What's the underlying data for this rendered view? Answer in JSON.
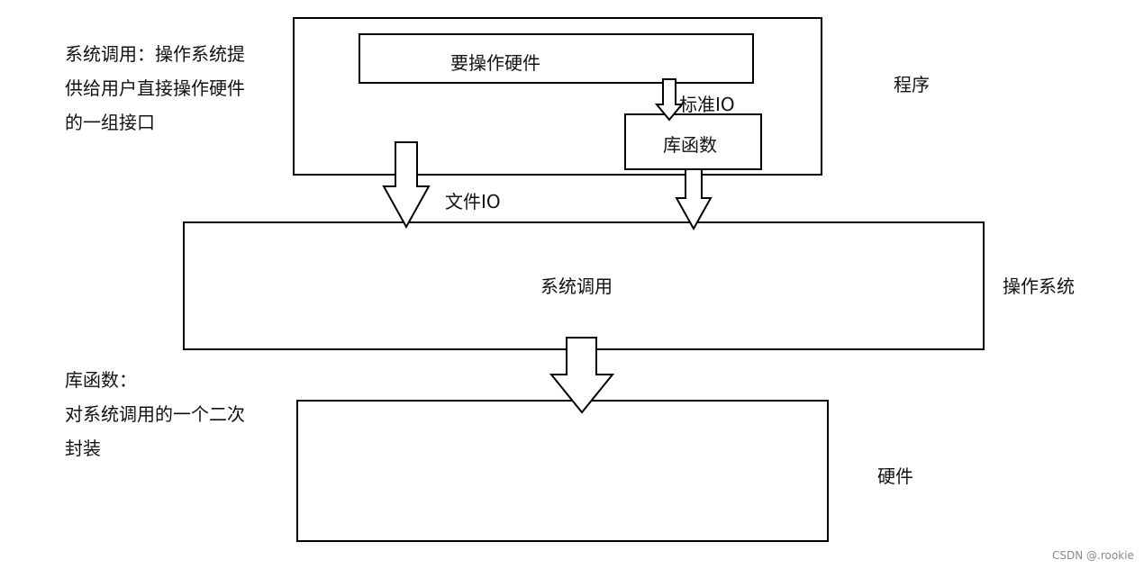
{
  "program_box": {
    "inner_label": "要操作硬件",
    "library_label": "库函数",
    "side_label": "程序"
  },
  "os_box": {
    "label": "系统调用",
    "side_label": "操作系统"
  },
  "hardware_box": {
    "side_label": "硬件"
  },
  "arrow_labels": {
    "standard_io": "标准IO",
    "file_io": "文件IO"
  },
  "notes": {
    "syscall": [
      "系统调用：操作系统提",
      "供给用户直接操作硬件",
      "的一组接口"
    ],
    "libfunc": [
      "库函数：",
      "对系统调用的一个二次",
      "封装"
    ]
  },
  "watermark": "CSDN @.rookie"
}
